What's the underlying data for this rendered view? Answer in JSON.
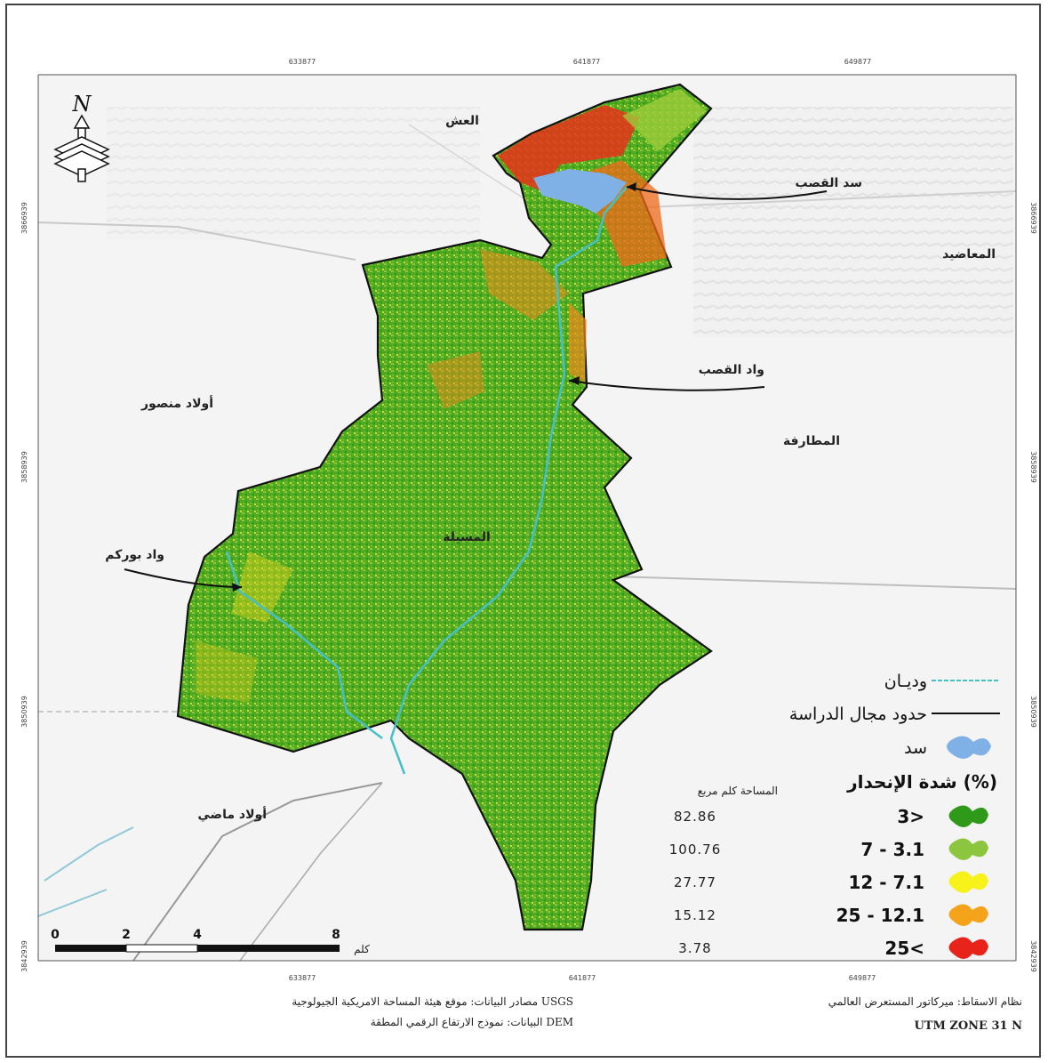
{
  "colors": {
    "slope_lt3": "#2f9a1a",
    "slope_3_7": "#8cc63f",
    "slope_7_12": "#f7f21a",
    "slope_12_25": "#f5a31a",
    "slope_gt25": "#e8231a",
    "dam": "#7fb0e6",
    "wadi": "#46c0c8",
    "boundary": "#111111"
  },
  "coords": {
    "x_top": [
      "633877",
      "641877",
      "649877"
    ],
    "x_bottom": [
      "633877",
      "641877",
      "649877"
    ],
    "y_left": [
      "3866939",
      "3858939",
      "3850939",
      "3842939"
    ],
    "y_right": [
      "3866939",
      "3858939",
      "3850939",
      "3842939"
    ]
  },
  "north_label": "N",
  "places": {
    "alash": "العش",
    "dam_qasab": "سد القصب",
    "maadhid": "المعاضيد",
    "wad_qasab": "واد القصب",
    "awlad_mansour": "أولاد منصور",
    "matarfa": "المطارفة",
    "msila": "المسيلة",
    "wad_bourkam": "واد بوركم",
    "awlad_madhi": "أولاد ماضي"
  },
  "legend": {
    "wadis": "وديـان",
    "boundary": "حدود مجال الدراسة",
    "dam": "سد",
    "slope_title": "شدة الإنحدار (%)",
    "area_header": "المساحة كلم مربع",
    "classes": [
      {
        "label": "3>",
        "area": "82.86",
        "color_key": "slope_lt3"
      },
      {
        "label": "7 - 3.1",
        "area": "100.76",
        "color_key": "slope_3_7"
      },
      {
        "label": "12 - 7.1",
        "area": "27.77",
        "color_key": "slope_7_12"
      },
      {
        "label": "25 - 12.1",
        "area": "15.12",
        "color_key": "slope_12_25"
      },
      {
        "label": "25<",
        "area": "3.78",
        "color_key": "slope_gt25"
      }
    ]
  },
  "scale": {
    "ticks": [
      "0",
      "2",
      "4",
      "8"
    ],
    "unit": "كلم"
  },
  "footer": {
    "projection": "نظام الاسقاط: ميركاتور المستعرض العالمي",
    "zone": "UTM ZONE 31 N",
    "source1": "مصادر البيانات: موقع هيئة المساحة الامريكية الجيولوجية USGS",
    "source2": "البيانات: نموذج الارتفاع الرقمي المطقة DEM"
  }
}
